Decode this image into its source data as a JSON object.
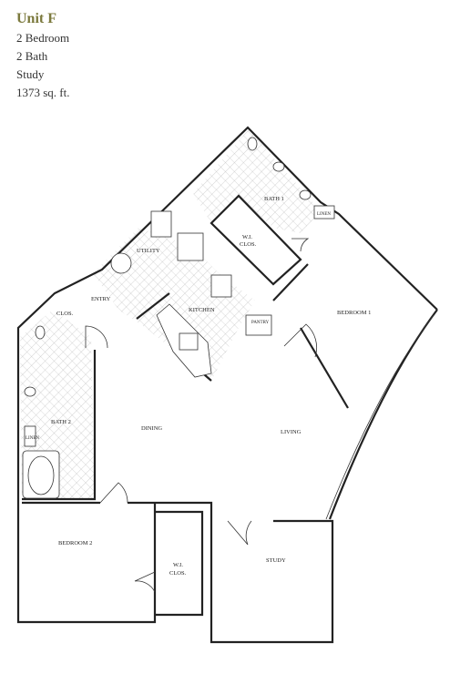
{
  "unit": {
    "title": "Unit F",
    "bedrooms": "2 Bedroom",
    "baths": "2 Bath",
    "extra": "Study",
    "area": "1373 sq. ft."
  },
  "rooms": {
    "bath1": "BATH 1",
    "linen1": "LINEN",
    "wic1_line1": "W.I.",
    "wic1_line2": "CLOS.",
    "utility": "UTILITY",
    "entry": "ENTRY",
    "clos": "CLOS.",
    "kitchen": "KITCHEN",
    "pantry": "PANTRY",
    "bedroom1": "BEDROOM 1",
    "bath2": "BATH 2",
    "linen2": "LINEN",
    "dining": "DINING",
    "living": "LIVING",
    "bedroom2": "BEDROOM 2",
    "wic2_line1": "W.I.",
    "wic2_line2": "CLOS.",
    "study": "STUDY"
  },
  "colors": {
    "title": "#7c7a3e",
    "walls": "#222222",
    "tile_hatch": "#b5b5b5"
  }
}
